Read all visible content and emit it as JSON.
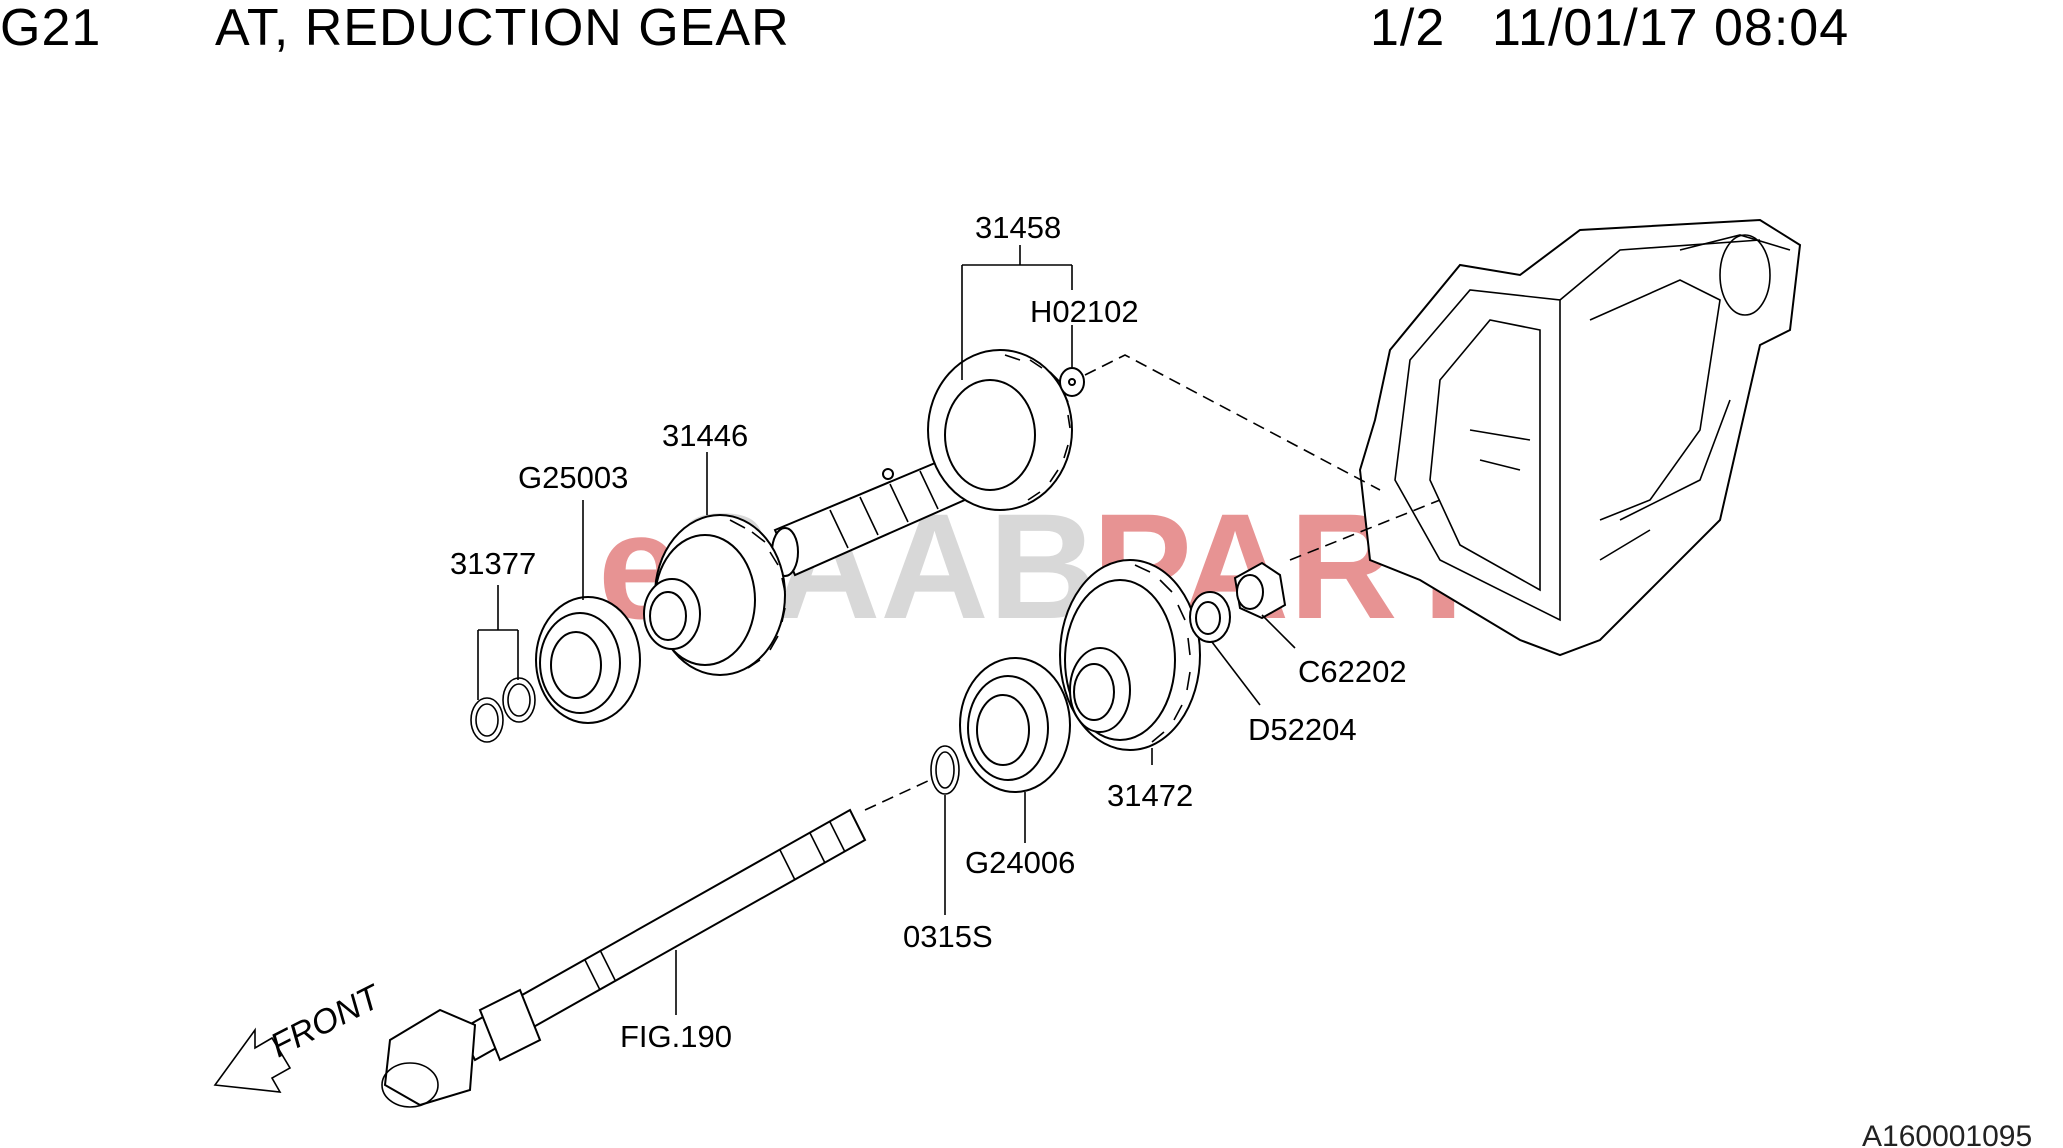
{
  "header": {
    "code": "G21",
    "title": "AT, REDUCTION GEAR",
    "page": "1/2",
    "datetime": "11/01/17 08:04"
  },
  "watermark": {
    "prefix": "e",
    "brand": "SAAB",
    "suffix": "PARTS",
    "color": "#e07070"
  },
  "callouts": [
    "31458",
    "H02102",
    "31446",
    "G25003",
    "31377",
    "C62202",
    "D52204",
    "31472",
    "G24006",
    "0315S",
    "FIG.190"
  ],
  "direction_label": "FRONT",
  "figure_id": "A160001095"
}
